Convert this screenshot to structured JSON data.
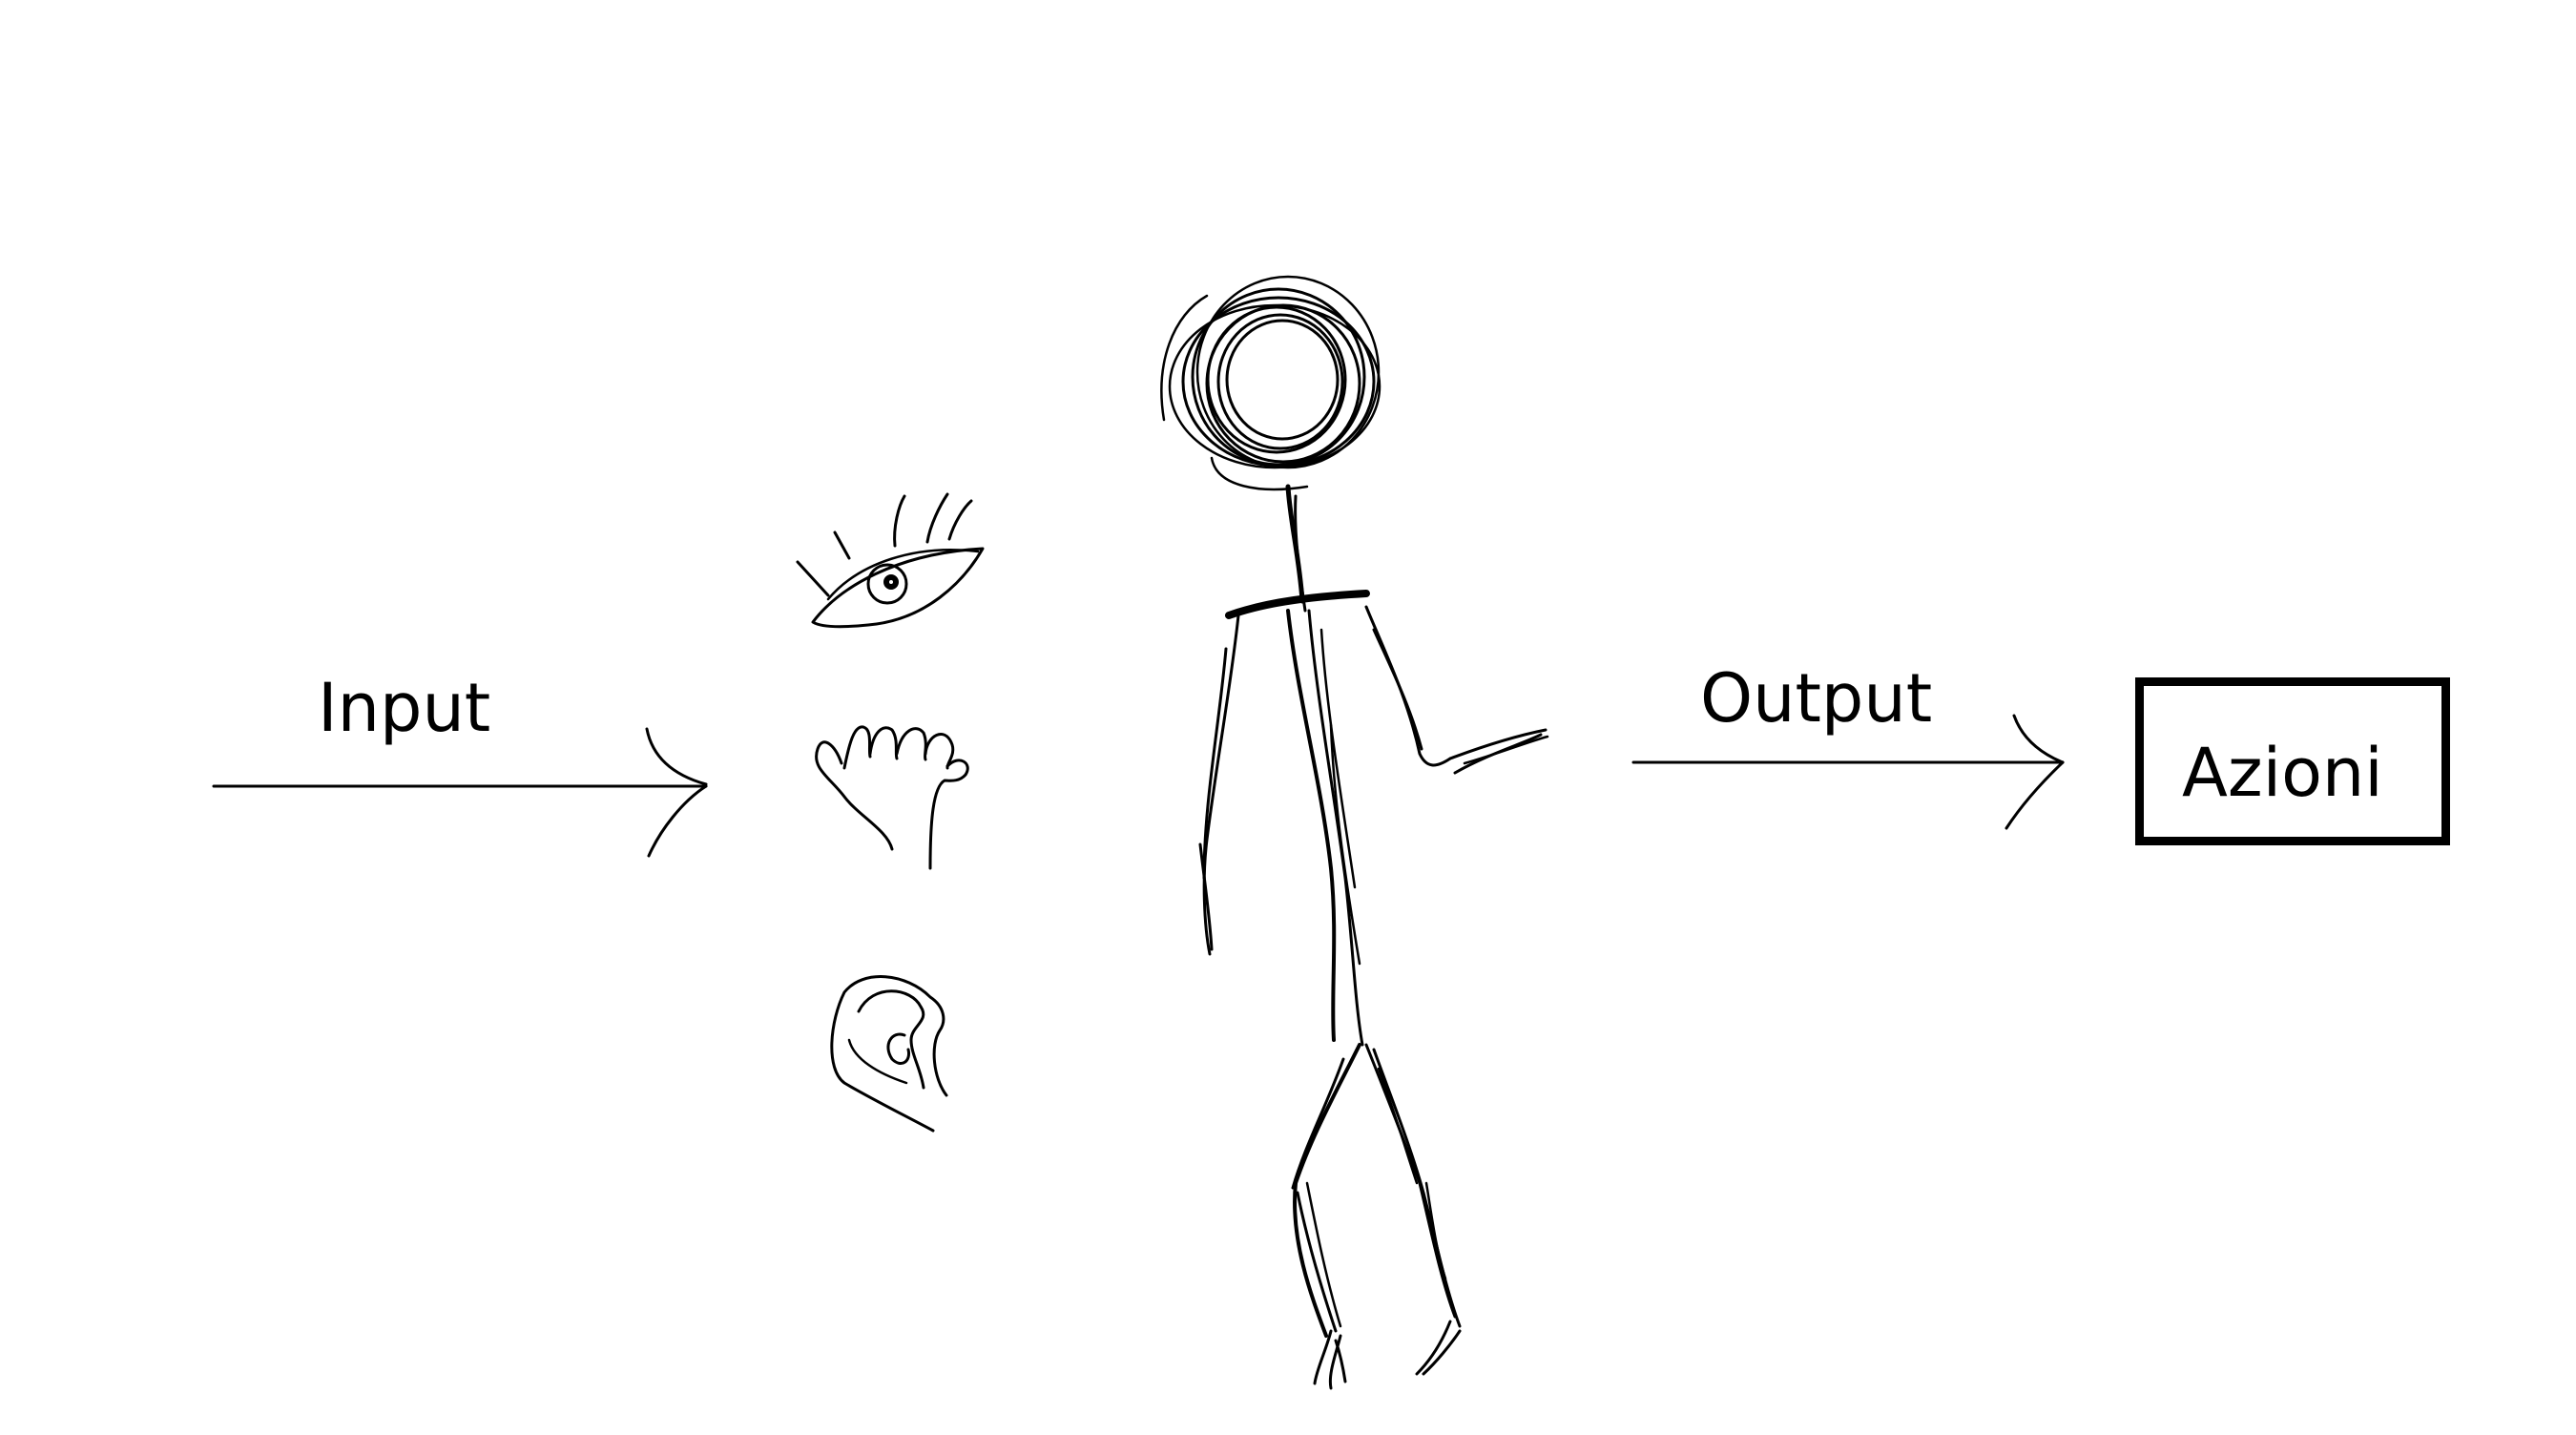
{
  "diagram": {
    "input_label": "Input",
    "output_label": "Output",
    "actions_label": "Azioni"
  },
  "icons": {
    "senses": [
      "eye-icon",
      "hand-icon",
      "ear-icon"
    ],
    "agent": "stick-figure-person"
  },
  "colors": {
    "ink": "#000000",
    "background": "#ffffff"
  }
}
